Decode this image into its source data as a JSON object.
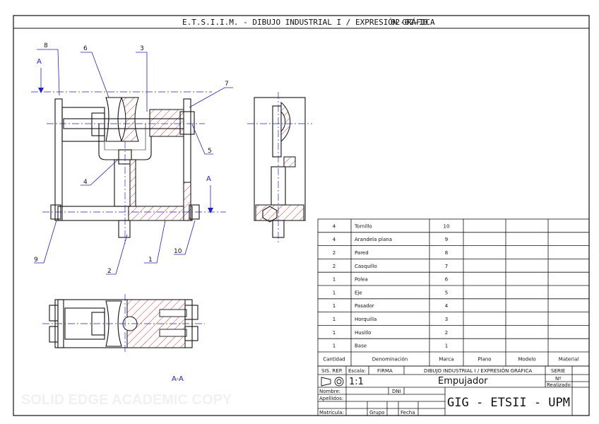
{
  "header": {
    "title": "E.T.S.I.I.M. -  DIBUJO INDUSTRIAL I / EXPRESIÓN GRÁFICA",
    "date": "02-02-10"
  },
  "watermark": "SOLID EDGE ACADEMIC COPY",
  "section_label": "A-A",
  "cut_plane_label": "A",
  "balloons": [
    "1",
    "2",
    "3",
    "4",
    "5",
    "6",
    "7",
    "8",
    "9",
    "10"
  ],
  "parts_list": {
    "headers": [
      "Cantidad",
      "Denominación",
      "Marca",
      "Plano",
      "Modelo",
      "Material"
    ],
    "rows": [
      {
        "cantidad": "4",
        "denominacion": "Tornillo",
        "marca": "10"
      },
      {
        "cantidad": "4",
        "denominacion": "Arandela plana",
        "marca": "9"
      },
      {
        "cantidad": "2",
        "denominacion": "Pared",
        "marca": "8"
      },
      {
        "cantidad": "2",
        "denominacion": "Casquillo",
        "marca": "7"
      },
      {
        "cantidad": "1",
        "denominacion": "Polea",
        "marca": "6"
      },
      {
        "cantidad": "1",
        "denominacion": "Eje",
        "marca": "5"
      },
      {
        "cantidad": "1",
        "denominacion": "Pasador",
        "marca": "4"
      },
      {
        "cantidad": "1",
        "denominacion": "Horquilla",
        "marca": "3"
      },
      {
        "cantidad": "1",
        "denominacion": "Husillo",
        "marca": "2"
      },
      {
        "cantidad": "1",
        "denominacion": "Base",
        "marca": "1"
      }
    ]
  },
  "title_block": {
    "sis_rep": "SIS. REP.",
    "escala_label": "Escala:",
    "escala": "1:1",
    "firma": "FIRMA",
    "course": "DIBUJO INDUSTRIAL I / EXPRESIÓN GRÁFICA",
    "serie": "SERIE",
    "numero": "Nº",
    "realizado": "Realizado",
    "drawing_name": "Empujador",
    "nombre": "Nombre:",
    "dni": "DNI",
    "apellidos": "Apellidos:",
    "matricula": "Matrícula:",
    "grupo": "Grupo",
    "fecha": "Fecha",
    "school": "GIG - ETSII - UPM"
  }
}
